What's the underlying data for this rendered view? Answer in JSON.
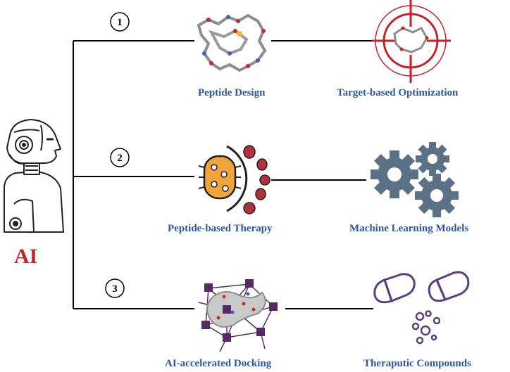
{
  "ai_label": "AI",
  "steps": [
    {
      "number": "1",
      "left_label": "Peptide Design",
      "right_label": "Target-based Optimization"
    },
    {
      "number": "2",
      "left_label": "Peptide-based Therapy",
      "right_label": "Machine Learning Models"
    },
    {
      "number": "3",
      "left_label": "AI-accelerated Docking",
      "right_label": "Theraputic Compounds"
    }
  ],
  "colors": {
    "ai_label": "#c0262d",
    "caption": "#2c57a3",
    "target": "#c81e2a",
    "gear": "#5a7186",
    "bacteria": "#f2a33a",
    "pill": "#5b3f7a",
    "network": "#552a63",
    "dots": "#b3303e"
  },
  "icons": [
    "robot-icon",
    "peptide-molecule-icon",
    "target-crosshair-icon",
    "bacteria-attack-icon",
    "gears-icon",
    "docking-network-icon",
    "capsule-pill-icon"
  ]
}
